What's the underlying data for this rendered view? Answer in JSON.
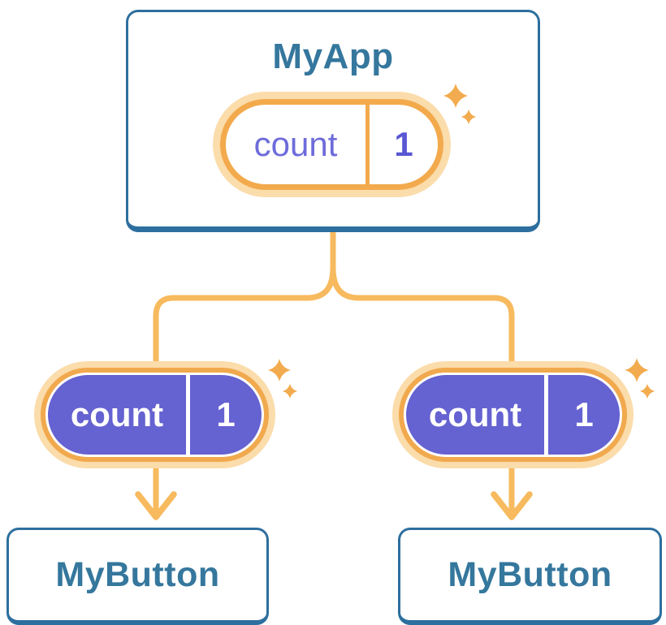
{
  "diagram": {
    "type": "component-tree",
    "root": {
      "title": "MyApp",
      "state": {
        "name": "count",
        "value": "1"
      }
    },
    "children": [
      {
        "title": "MyButton",
        "prop": {
          "name": "count",
          "value": "1"
        }
      },
      {
        "title": "MyButton",
        "prop": {
          "name": "count",
          "value": "1"
        }
      }
    ],
    "icons": {
      "sparkle": "sparkle-icon",
      "arrow": "arrow-down-icon"
    },
    "colors": {
      "card_border": "#2d6f9e",
      "card_text": "#35779d",
      "pill_ring_orange": "#f2aa4d",
      "pill_glow": "#fbdcab",
      "pill_purple_fill": "#6562d1",
      "pill_name_text_root": "#6e6cda",
      "pill_value_text_root": "#5a58d3",
      "pill_text_children": "#ffffff",
      "connector_line": "#f7ba5e",
      "sparkle": "#f2ab4e",
      "background": "#ffffff"
    }
  }
}
